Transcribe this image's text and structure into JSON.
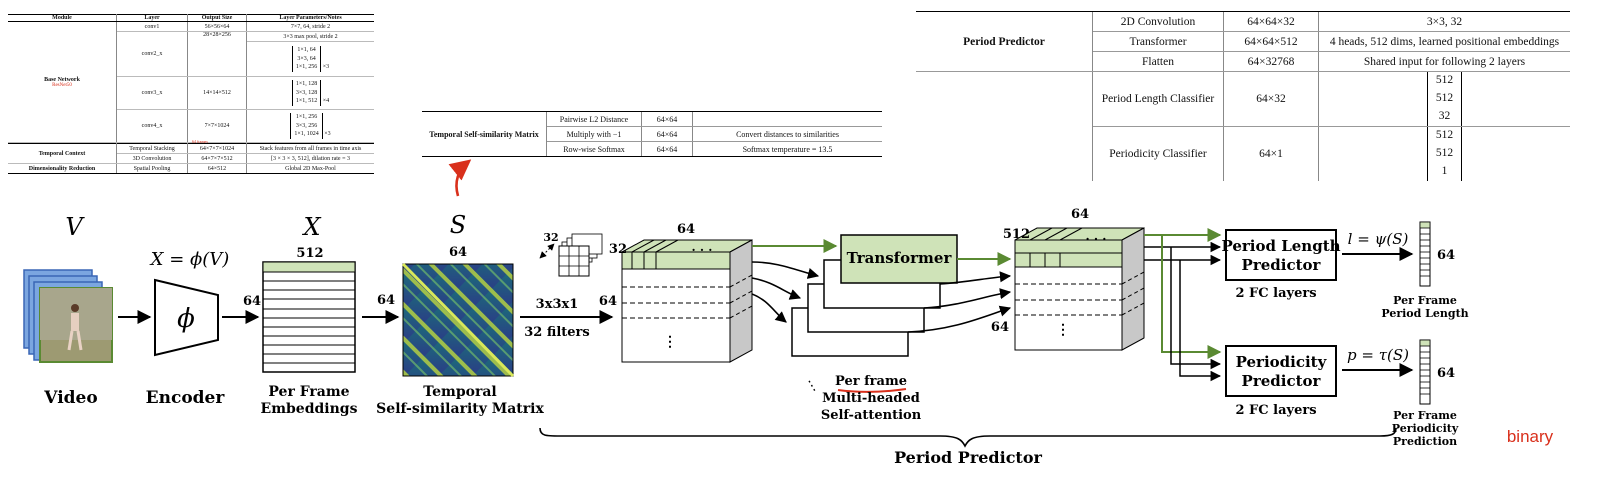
{
  "table_resnet": {
    "headers": [
      "Module",
      "Layer",
      "Output Size",
      "Layer Parameters/Notes"
    ],
    "base_network": {
      "module": "Base Network",
      "annotation": "ResNet50",
      "conv1": {
        "layer": "conv1",
        "output": "56×56×64",
        "notes": "7×7, 64, stride 2"
      },
      "conv2": {
        "layer": "conv2_x",
        "output": "28×28×256",
        "pool": "3×3 max pool, stride 2",
        "block": [
          "1×1, 64",
          "3×3, 64",
          "1×1, 256"
        ],
        "mult": "×3"
      },
      "conv3": {
        "layer": "conv3_x",
        "output": "14×14×512",
        "block": [
          "1×1, 128",
          "3×3, 128",
          "1×1, 512"
        ],
        "mult": "×4"
      },
      "conv4": {
        "layer": "conv4_x",
        "output": "7×7×1024",
        "block": [
          "1×1, 256",
          "3×3, 256",
          "1×1, 1024"
        ],
        "mult": "×3"
      }
    },
    "temporal_context": {
      "module": "Temporal Context",
      "annotation": "64 frames",
      "row1": {
        "layer": "Temporal Stacking",
        "output": "64×7×7×1024",
        "notes": "Stack features from all frames in time axis"
      },
      "row2": {
        "layer": "3D Convolution",
        "output": "64×7×7×512",
        "notes": "[3 × 3 × 3, 512], dilation rate = 3"
      }
    },
    "dimensionality_reduction": {
      "module": "Dimensionality Reduction",
      "layer": "Spatial Pooling",
      "output": "64×512",
      "notes": "Global 2D Max-Pool"
    }
  },
  "table_tsm": {
    "module": "Temporal Self-similarity Matrix",
    "rows": [
      {
        "layer": "Pairwise L2 Distance",
        "output": "64×64",
        "notes": ""
      },
      {
        "layer": "Multiply with −1",
        "output": "64×64",
        "notes": "Convert distances to similarities"
      },
      {
        "layer": "Row-wise Softmax",
        "output": "64×64",
        "notes": "Softmax temperature = 13.5"
      }
    ]
  },
  "table_period": {
    "module": "Period Predictor",
    "rows": [
      {
        "layer": "2D Convolution",
        "output": "64×64×32",
        "notes": "3×3, 32"
      },
      {
        "layer": "Transformer",
        "output": "64×64×512",
        "notes": "4 heads, 512 dims, learned positional embeddings"
      },
      {
        "layer": "Flatten",
        "output": "64×32768",
        "notes": "Shared input for following 2 layers"
      }
    ],
    "length_classifier": {
      "layer": "Period Length Classifier",
      "output": "64×32",
      "block": [
        "512",
        "512",
        "32"
      ]
    },
    "periodicity_classifier": {
      "layer": "Periodicity Classifier",
      "output": "64×1",
      "block": [
        "512",
        "512",
        "1"
      ]
    }
  },
  "diagram": {
    "v_symbol": "V",
    "x_symbol": "X",
    "s_symbol": "S",
    "phi_eq": "X = ϕ(V)",
    "phi_symbol": "ϕ",
    "video_label": "Video",
    "encoder_label": "Encoder",
    "embed_label": "Per Frame Embeddings",
    "tsm_label": "Temporal Self-similarity Matrix",
    "dim_512": "512",
    "dim_64": "64",
    "dim_32": "32",
    "conv_label_1": "3x3x1",
    "conv_label_2": "32 filters",
    "ellipsis_h": "· · ·",
    "ellipsis_v": "⋮",
    "transformer_label": "Transformer",
    "attention_label_1": "Per frame",
    "attention_label_2": "Multi-headed",
    "attention_label_3": "Self-attention",
    "period_length_predictor": "Period Length Predictor",
    "periodicity_predictor": "Periodicity Predictor",
    "fc_layers": "2 FC layers",
    "length_eq": "l = ψ(S)",
    "periodicity_eq": "p = τ(S)",
    "per_frame_period_length": "Per Frame Period Length",
    "per_frame_periodicity": "Per Frame Periodicity Prediction",
    "period_predictor_label": "Period Predictor",
    "binary_note": "binary"
  },
  "colors": {
    "green_fill": "#cfe3b8",
    "green_arrow": "#5a8a32",
    "annotation_red": "#d9301c"
  }
}
